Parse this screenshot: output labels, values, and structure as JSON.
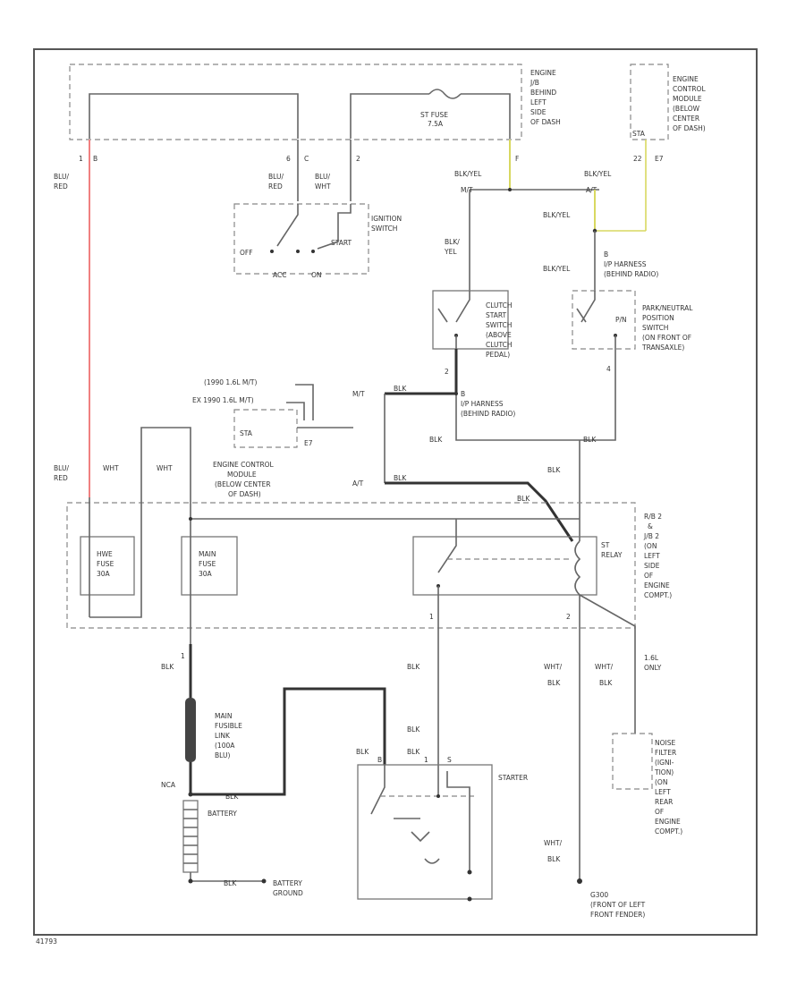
{
  "frame_id": "41793",
  "fuse_box": {
    "title": [
      "ENGINE",
      "J/B",
      "BEHIND",
      "LEFT",
      "SIDE",
      "OF DASH"
    ]
  },
  "ecm_top": {
    "title": [
      "ENGINE",
      "CONTROL",
      "MODULE",
      "(BELOW",
      "CENTER",
      "OF DASH)"
    ],
    "pin": "STA",
    "pin_num": "22",
    "conn": "E7"
  },
  "st_fuse": {
    "label": [
      "ST FUSE",
      "7.5A"
    ]
  },
  "pins_top": {
    "p1": "1",
    "pB": "B",
    "p6": "6",
    "pC": "C",
    "p2": "2",
    "pF": "F"
  },
  "wire_labels": {
    "blu_red": [
      "BLU/",
      "RED"
    ],
    "blu_wht": [
      "BLU/",
      "WHT"
    ],
    "blk_yel": "BLK/YEL",
    "blk_yel_line": [
      "BLK/",
      "YEL"
    ],
    "blk": "BLK",
    "wht": "WHT",
    "wht_blk": [
      "WHT/",
      "BLK"
    ],
    "red": "RED"
  },
  "ignition": {
    "title": [
      "IGNITION",
      "SWITCH"
    ],
    "off": "OFF",
    "start": "START",
    "acc": "ACC",
    "on": "ON"
  },
  "ip_harness": {
    "title": [
      "I/P HARNESS",
      "(BEHIND RADIO)"
    ],
    "pin": "B"
  },
  "clutch": {
    "title": [
      "CLUTCH",
      "START",
      "SWITCH",
      "(ABOVE",
      "CLUTCH",
      "PEDAL)"
    ],
    "pin": "2"
  },
  "park_neutral": {
    "title": [
      "PARK/NEUTRAL",
      "POSITION",
      "SWITCH",
      "(ON FRONT OF",
      "TRANSAXLE)"
    ],
    "pos": "P/N",
    "pin": "4"
  },
  "junction": {
    "mt": "M/T",
    "at": "A/T"
  },
  "ecm_mid": {
    "l1": "(1990 1.6L M/T)",
    "l2": "EX 1990 1.6L M/T)",
    "sta": "STA",
    "conn": "E7",
    "title": [
      "ENGINE CONTROL",
      "MODULE",
      "(BELOW CENTER",
      "OF DASH)"
    ]
  },
  "fuses": {
    "hwe": [
      "HWE",
      "FUSE",
      "30A"
    ],
    "main": [
      "MAIN",
      "FUSE",
      "30A"
    ]
  },
  "relay": {
    "title": [
      "ST",
      "RELAY"
    ],
    "pins": {
      "p1": "1",
      "p2": "2"
    }
  },
  "rb": {
    "title": [
      "R/B 2",
      "&",
      "J/B 2",
      "(ON",
      "LEFT",
      "SIDE",
      "OF",
      "ENGINE",
      "COMPT.)"
    ]
  },
  "fusible": {
    "title": [
      "MAIN",
      "FUSIBLE",
      "LINK",
      "(100A",
      "BLU)"
    ],
    "pin": "1"
  },
  "battery": {
    "title": "BATTERY",
    "ground": [
      "BATTERY",
      "GROUND"
    ],
    "plus": "NCA"
  },
  "starter": {
    "title": "STARTER",
    "pins": {
      "pB": "B",
      "p1": "1",
      "pS": "S"
    }
  },
  "noise_filter": {
    "title": [
      "NOISE",
      "FILTER",
      "(IGNI-",
      "TION)",
      "(ON",
      "LEFT",
      "REAR",
      "OF",
      "ENGINE",
      "COMPT.)"
    ],
    "note": [
      "1.6L",
      "ONLY"
    ]
  },
  "ground": {
    "id": "G300",
    "title": [
      "(FRONT OF LEFT",
      "FRONT FENDER)"
    ]
  }
}
